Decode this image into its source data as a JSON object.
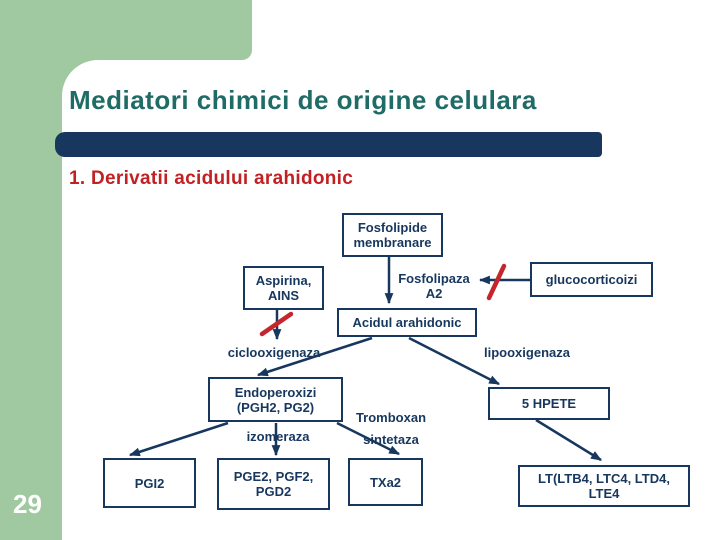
{
  "slide": {
    "title": "Mediatori chimici de origine celulara",
    "subtitle": "1. Derivatii acidului arahidonic",
    "page_number": "29"
  },
  "colors": {
    "green": "#A1C9A1",
    "navy": "#17375E",
    "teal_title": "#1F6B66",
    "red": "#C32024",
    "slash_red": "#C5262C",
    "white": "#FFFFFF"
  },
  "diagram": {
    "boxes": {
      "fosfolipide": {
        "label": "Fosfolipide\nmembranare"
      },
      "aspirina": {
        "label": "Aspirina,\nAINS"
      },
      "glucocorticoizi": {
        "label": "glucocorticoizi"
      },
      "acidul": {
        "label": "Acidul arahidonic"
      },
      "endoperoxizi": {
        "label": "Endoperoxizi\n(PGH2, PG2)"
      },
      "hpete": {
        "label": "5 HPETE"
      },
      "pgi2": {
        "label": "PGI2"
      },
      "pge2": {
        "label": "PGE2, PGF2,\nPGD2"
      },
      "txa2": {
        "label": "TXa2"
      },
      "lt": {
        "label": "LT(LTB4, LTC4, LTD4,\nLTE4"
      }
    },
    "labels": {
      "fosfolipaza": "Fosfolipaza\nA2",
      "ciclooxigenaza": "ciclooxigenaza",
      "lipooxigenaza": "lipooxigenaza",
      "izomeraza": "izomeraza",
      "tromboxan": "Tromboxan\nsintetaza"
    }
  }
}
